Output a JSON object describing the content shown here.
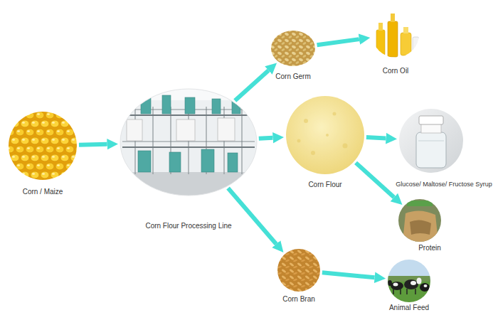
{
  "diagram": {
    "nodes": [
      {
        "text": [
          "Corn / Maize"
        ]
      },
      {
        "text": [
          "Corn Flour Processing Line"
        ]
      },
      {
        "text": [
          "Corn Germ"
        ]
      },
      {
        "text": [
          "Corn Oil"
        ]
      },
      {
        "text": [
          "Corn Flour"
        ]
      },
      {
        "text": [
          "Glucose/ Maltose/ Fructose Syrup"
        ]
      },
      {
        "text": [
          "Protein"
        ]
      },
      {
        "text": [
          "Corn Bran"
        ]
      },
      {
        "text": [
          "Animal Feed"
        ]
      }
    ],
    "edges": [
      {
        "from": 0,
        "to": 1,
        "arrow": "to"
      },
      {
        "from": 1,
        "to": 2,
        "arrow": "to"
      },
      {
        "from": 1,
        "to": 4,
        "arrow": "to"
      },
      {
        "from": 1,
        "to": 7,
        "arrow": "to"
      },
      {
        "from": 2,
        "to": 3,
        "arrow": "to"
      },
      {
        "from": 4,
        "to": 5,
        "arrow": "to"
      },
      {
        "from": 4,
        "to": 6,
        "arrow": "to"
      },
      {
        "from": 7,
        "to": 8,
        "arrow": "to"
      }
    ]
  }
}
